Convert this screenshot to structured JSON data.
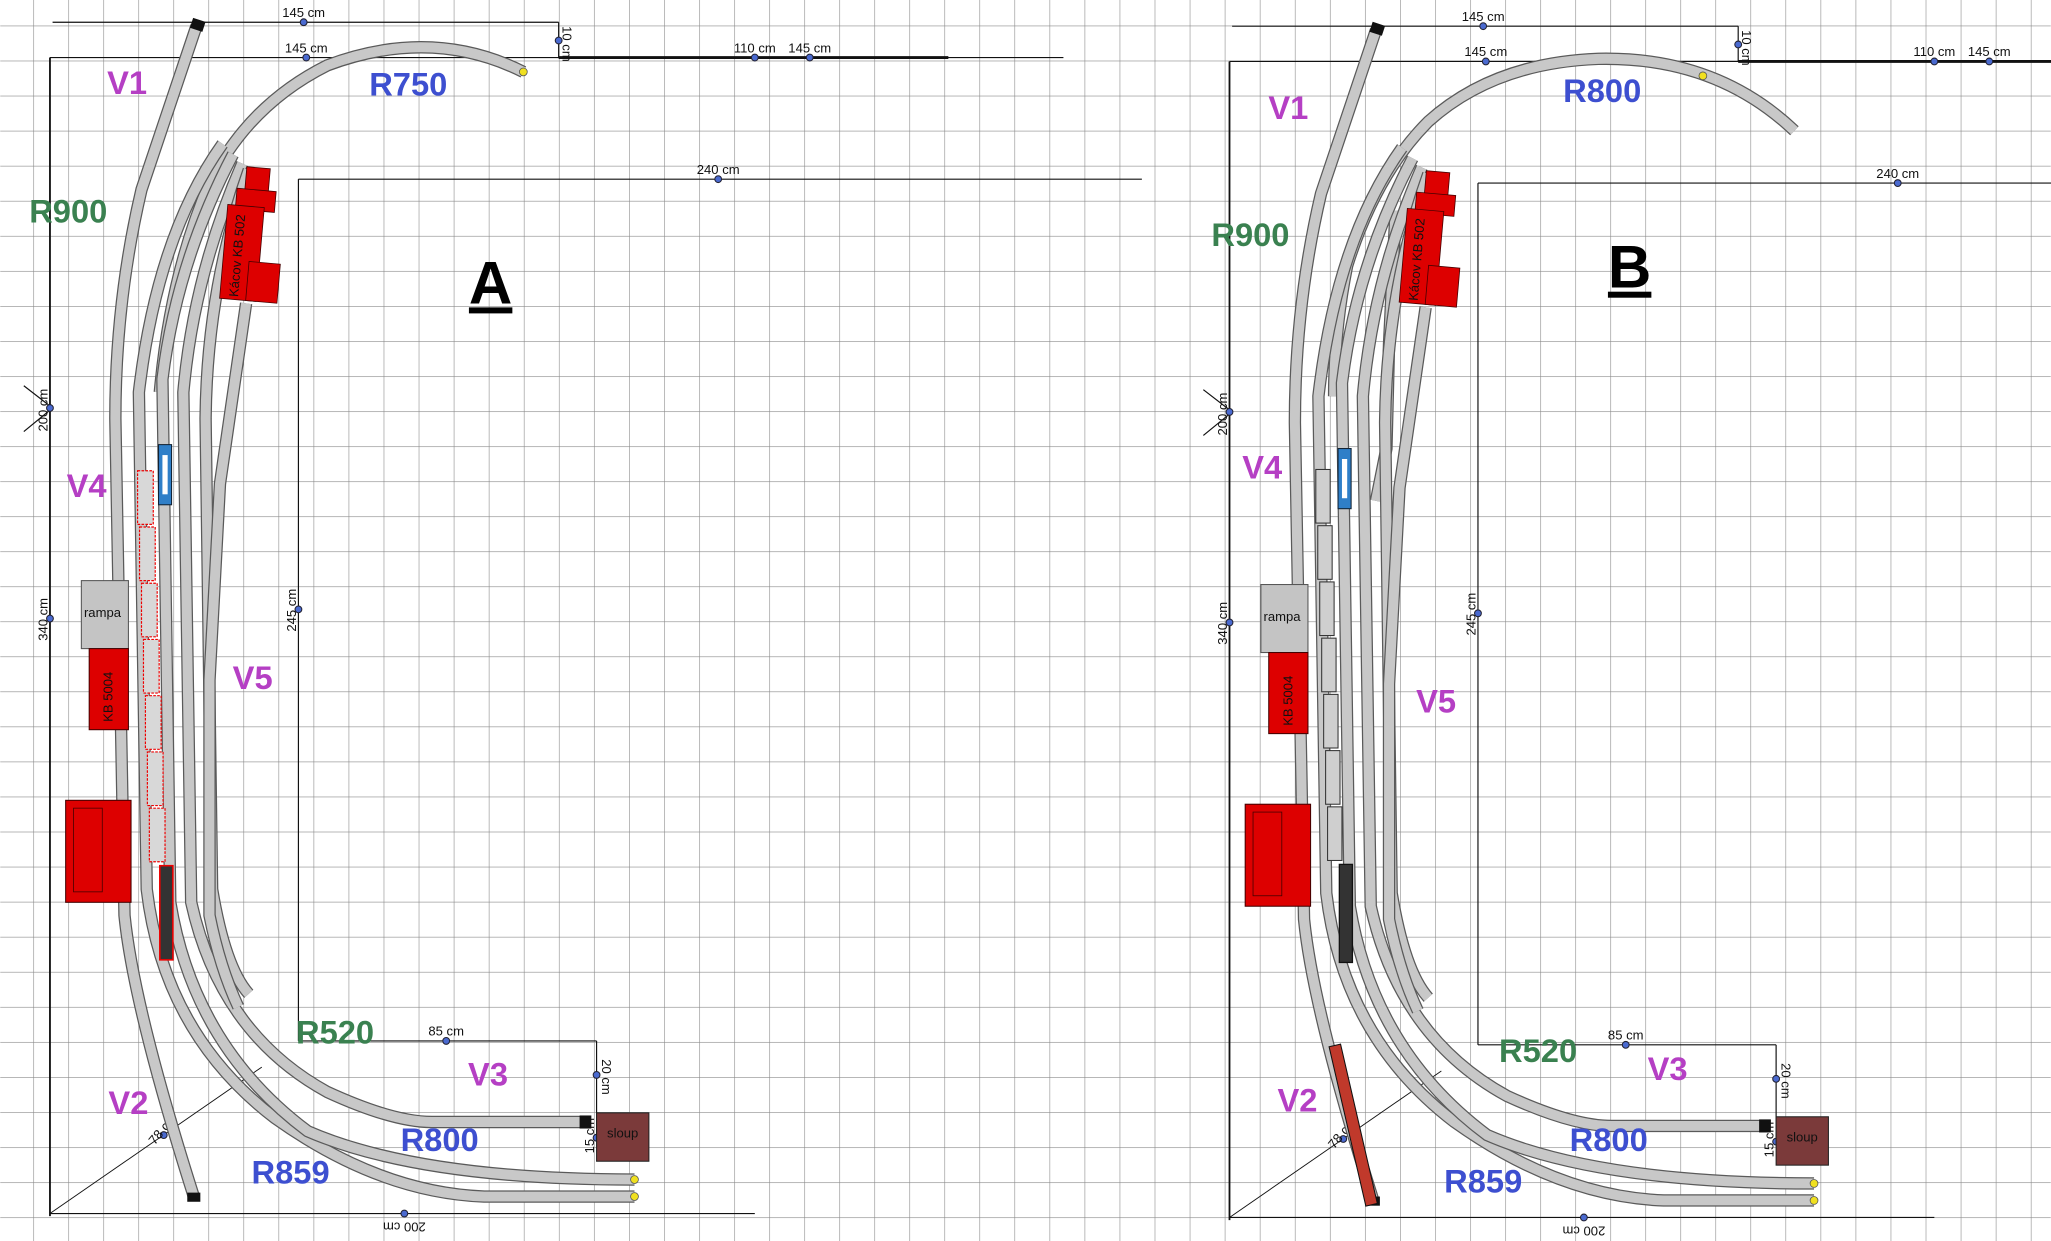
{
  "colors": {
    "grid": "#8a8a8a",
    "track_fill": "#c8c8c8",
    "track_edge": "#5a5a5a",
    "label_purple": "#b53fc4",
    "label_blue": "#3d4fd0",
    "label_green": "#3a8150",
    "building_red": "#dd0000",
    "sloup_brown": "#7b3a3a",
    "rampa_gray": "#c4c4c4",
    "loco_blue": "#2f7fc8",
    "marker_blue": "#4a6ad0",
    "end_yellow": "#f0e020"
  },
  "panels": [
    {
      "variant": "A",
      "dimensions": {
        "top_outer": "145 cm",
        "top_inner": "145 cm",
        "right_gap": "10 cm",
        "right_1": "110 cm",
        "right_2": "145 cm",
        "inner_top": "240 cm",
        "left_200": "200 cm",
        "left_340": "340 cm",
        "inner_left": "245 cm",
        "bottom_inner": "85 cm",
        "sloup_20": "20 cm",
        "sloup_15": "15 cm",
        "bottom": "200 cm",
        "diag": "78 cm"
      },
      "track_labels": {
        "v1": "V1",
        "top_radius": "R750",
        "r900": "R900",
        "v4": "V4",
        "v5": "V5",
        "r520": "R520",
        "v3": "V3",
        "v2": "V2",
        "r800": "R800",
        "r859": "R859"
      },
      "objects": {
        "station": "Kácov KB 502",
        "rampa": "rampa",
        "kb": "KB 5004",
        "sloup": "sloup"
      }
    },
    {
      "variant": "B",
      "dimensions": {
        "top_outer": "145 cm",
        "top_inner": "145 cm",
        "right_gap": "10 cm",
        "right_1": "110 cm",
        "right_2": "145 cm",
        "inner_top": "240 cm",
        "left_200": "200 cm",
        "left_340": "340 cm",
        "inner_left": "245 cm",
        "bottom_inner": "85 cm",
        "sloup_20": "20 cm",
        "sloup_15": "15 cm",
        "bottom": "200 cm",
        "diag": "78 cm"
      },
      "track_labels": {
        "v1": "V1",
        "top_radius": "R800",
        "r900": "R900",
        "v4": "V4",
        "v5": "V5",
        "r520": "R520",
        "v3": "V3",
        "v2": "V2",
        "r800": "R800",
        "r859": "R859"
      },
      "objects": {
        "station": "Kácov KB 502",
        "rampa": "rampa",
        "kb": "KB 5004",
        "sloup": "sloup"
      }
    }
  ]
}
